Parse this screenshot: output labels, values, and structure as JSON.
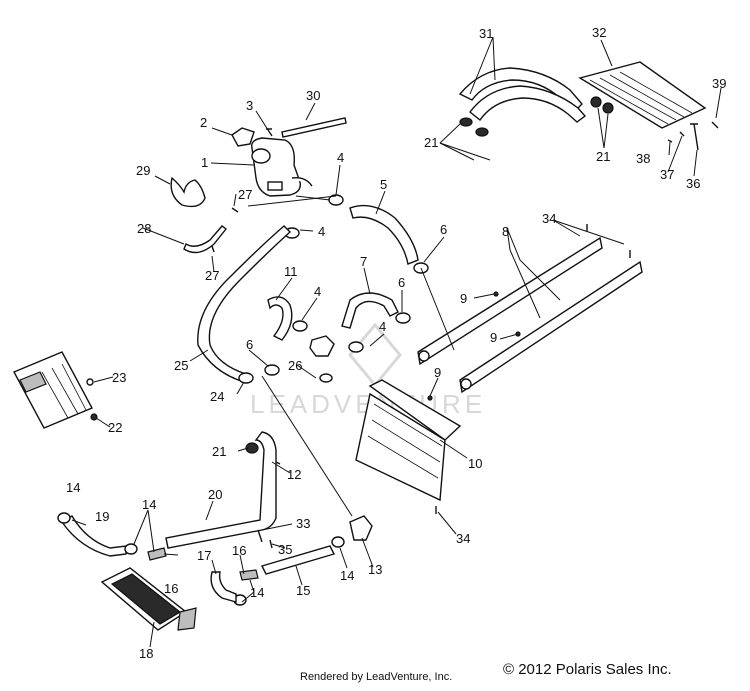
{
  "diagram": {
    "callouts": [
      "1",
      "2",
      "3",
      "4",
      "4",
      "4",
      "4",
      "5",
      "6",
      "6",
      "6",
      "7",
      "8",
      "9",
      "9",
      "9",
      "10",
      "11",
      "12",
      "13",
      "14",
      "14",
      "14",
      "14",
      "15",
      "16",
      "16",
      "17",
      "18",
      "19",
      "20",
      "21",
      "21",
      "21",
      "22",
      "23",
      "24",
      "25",
      "26",
      "27",
      "27",
      "28",
      "29",
      "30",
      "31",
      "32",
      "33",
      "34",
      "34",
      "35",
      "36",
      "37",
      "38",
      "39"
    ],
    "watermark": "LEADVENTURE"
  },
  "footer": {
    "credit": "Rendered by LeadVenture, Inc.",
    "copyright": "© 2012 Polaris Sales Inc."
  }
}
